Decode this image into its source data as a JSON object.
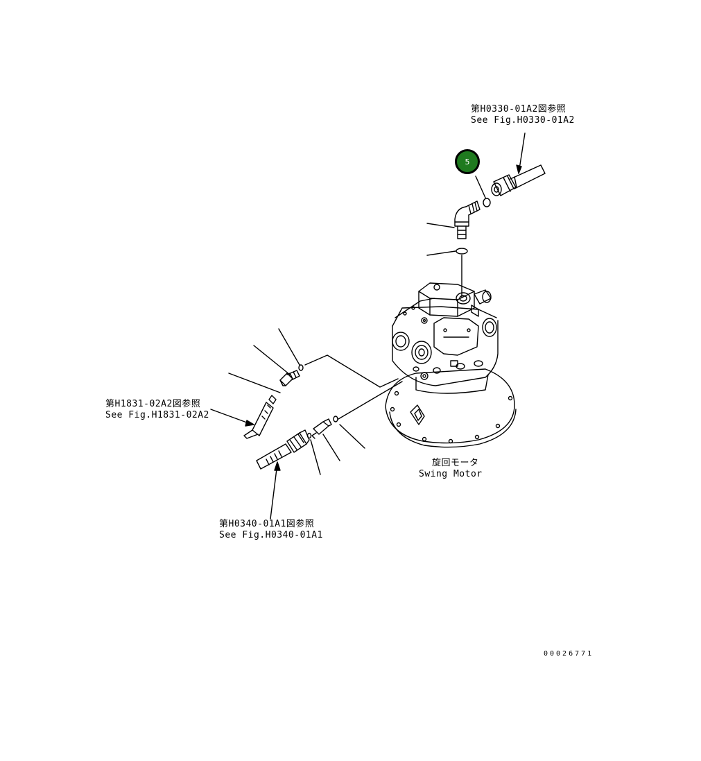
{
  "refs": [
    {
      "id": "ref-h0330",
      "jp": "第H0330-01A2図参照",
      "en": "See Fig.H0330-01A2"
    },
    {
      "id": "ref-h1831",
      "jp": "第H1831-02A2図参照",
      "en": "See Fig.H1831-02A2"
    },
    {
      "id": "ref-h0340",
      "jp": "第H0340-01A1図参照",
      "en": "See Fig.H0340-01A1"
    }
  ],
  "motor_label": {
    "jp": "旋回モータ",
    "en": "Swing Motor"
  },
  "callout": {
    "number": "5",
    "color": "#1f7a1f"
  },
  "drawing_code": "00026771"
}
